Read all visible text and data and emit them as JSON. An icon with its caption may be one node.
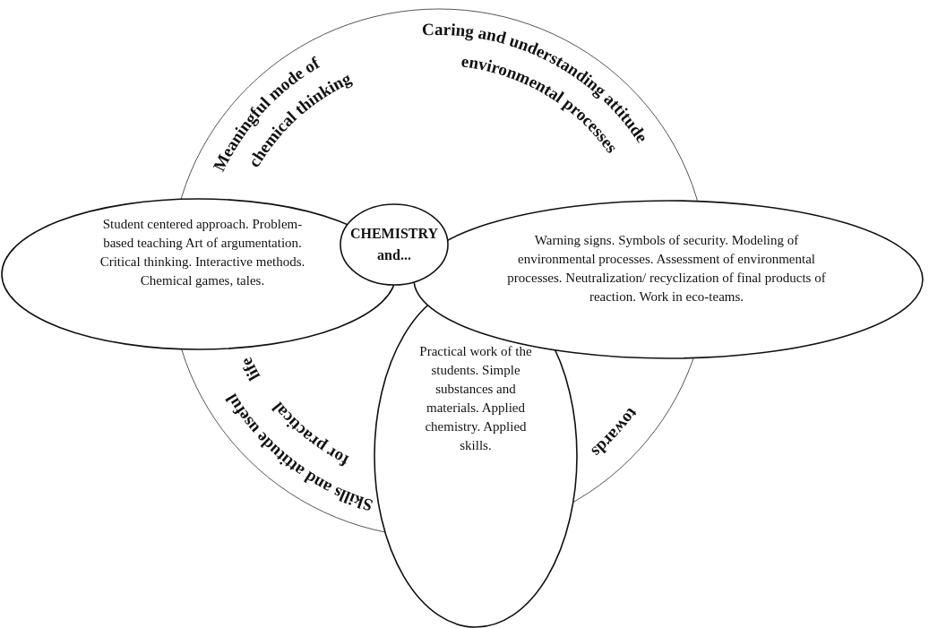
{
  "diagram": {
    "nodes": [
      {
        "text": [],
        "shape": "circle"
      },
      {
        "text": [
          "Student centered approach. Problem-based teaching Art of argumentation. Critical thinking. Interactive methods. Chemical games, tales."
        ]
      },
      {
        "text": [
          "CHEMISTRY and..."
        ],
        "in": 0
      },
      {
        "text": [
          "Warning signs. Symbols of security. Modeling of environmental processes. Assessment of environmental processes. Neutralization/ recyclization of final products of reaction. Work in eco-teams."
        ]
      },
      {
        "text": [
          "Practical work of the students. Simple substances and materials. Applied chemistry. Applied skills."
        ]
      }
    ],
    "labels": [
      "Meaningful mode of",
      "chemical thinking",
      "Caring and understanding attitude",
      "environmental processes",
      "towards",
      "Skills and attitude useful",
      "for practical",
      "life"
    ]
  }
}
